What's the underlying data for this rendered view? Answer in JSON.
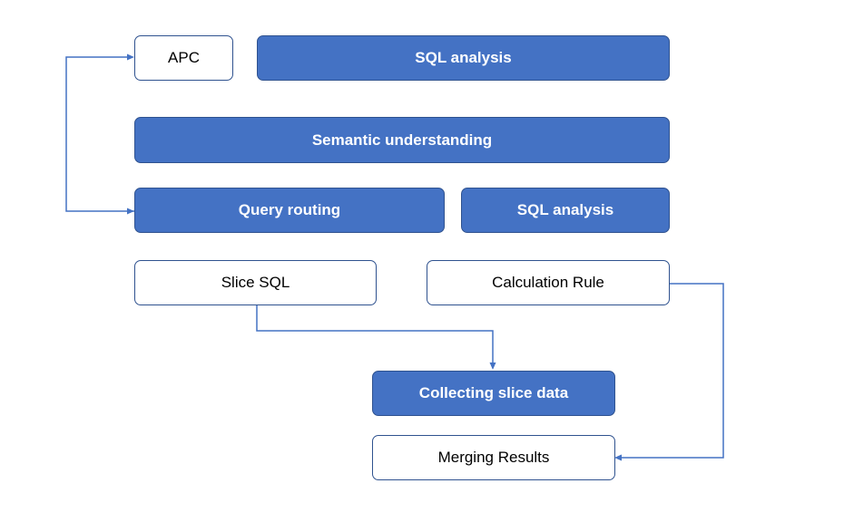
{
  "diagram": {
    "nodes": {
      "apc": "APC",
      "sql_analysis_top": "SQL analysis",
      "semantic_understanding": "Semantic understanding",
      "query_routing": "Query routing",
      "sql_analysis_mid": "SQL analysis",
      "slice_sql": "Slice SQL",
      "calculation_rule": "Calculation Rule",
      "collecting_slice_data": "Collecting slice data",
      "merging_results": "Merging Results"
    },
    "edges": [
      {
        "from": "query_routing",
        "to": "apc"
      },
      {
        "from": "slice_sql",
        "to": "collecting_slice_data"
      },
      {
        "from": "calculation_rule",
        "to": "merging_results"
      }
    ],
    "colors": {
      "fill": "#4472c4",
      "border": "#2f528f",
      "connector": "#4472c4"
    }
  }
}
